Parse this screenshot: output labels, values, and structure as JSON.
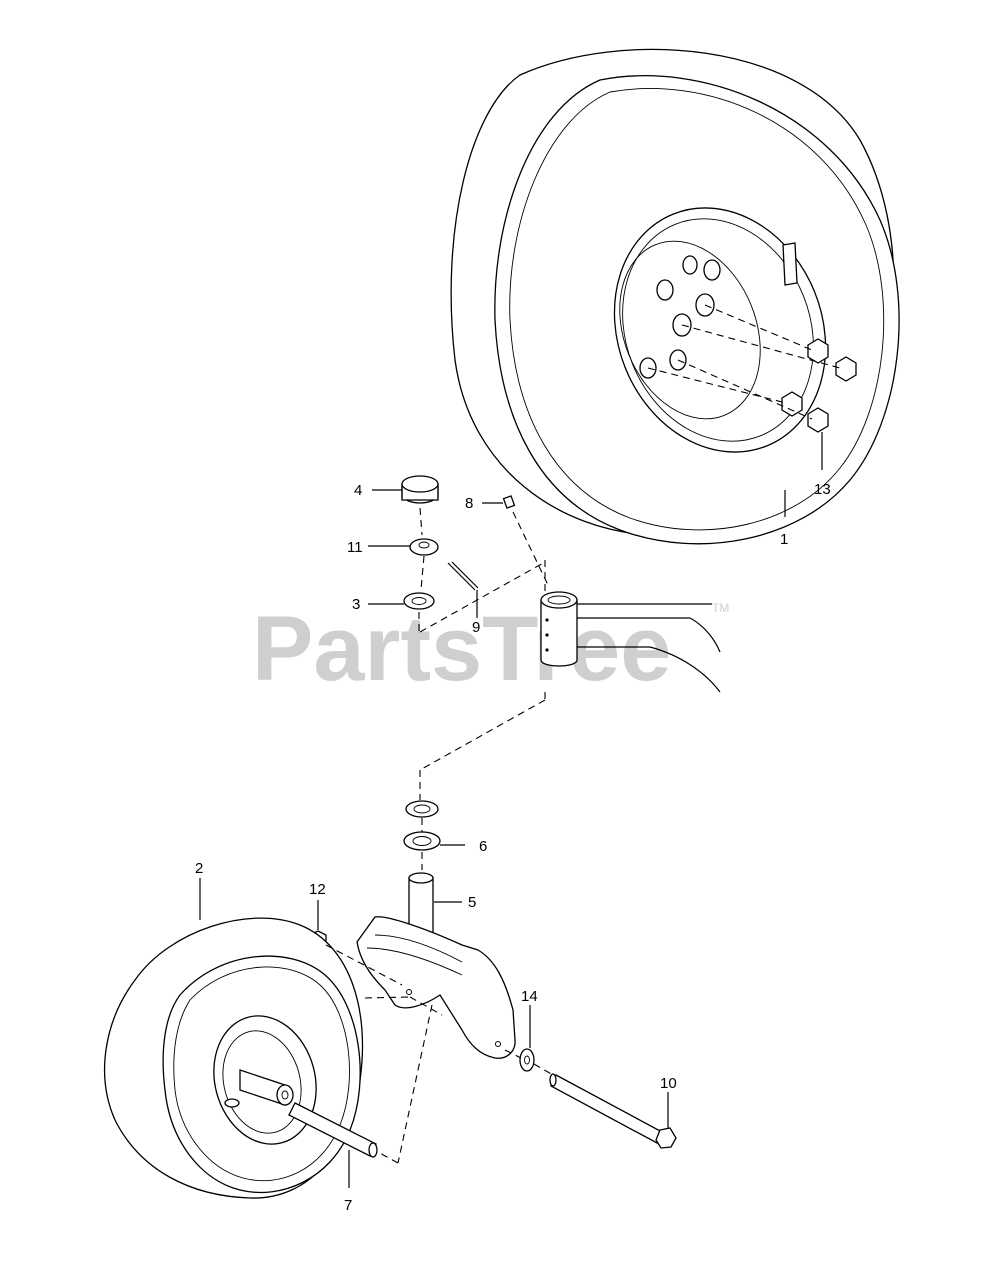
{
  "watermark": {
    "text": "PartsTree",
    "trademark": "TM"
  },
  "callouts": {
    "c1": "1",
    "c2": "2",
    "c3": "3",
    "c4": "4",
    "c5": "5",
    "c6": "6",
    "c7": "7",
    "c8": "8",
    "c9": "9",
    "c10": "10",
    "c11": "11",
    "c12": "12",
    "c13": "13",
    "c14": "14"
  },
  "icons": {
    "large_wheel": "tire-rim-assembly-icon",
    "small_wheel": "caster-wheel-assembly-icon",
    "fork": "caster-fork-icon"
  }
}
